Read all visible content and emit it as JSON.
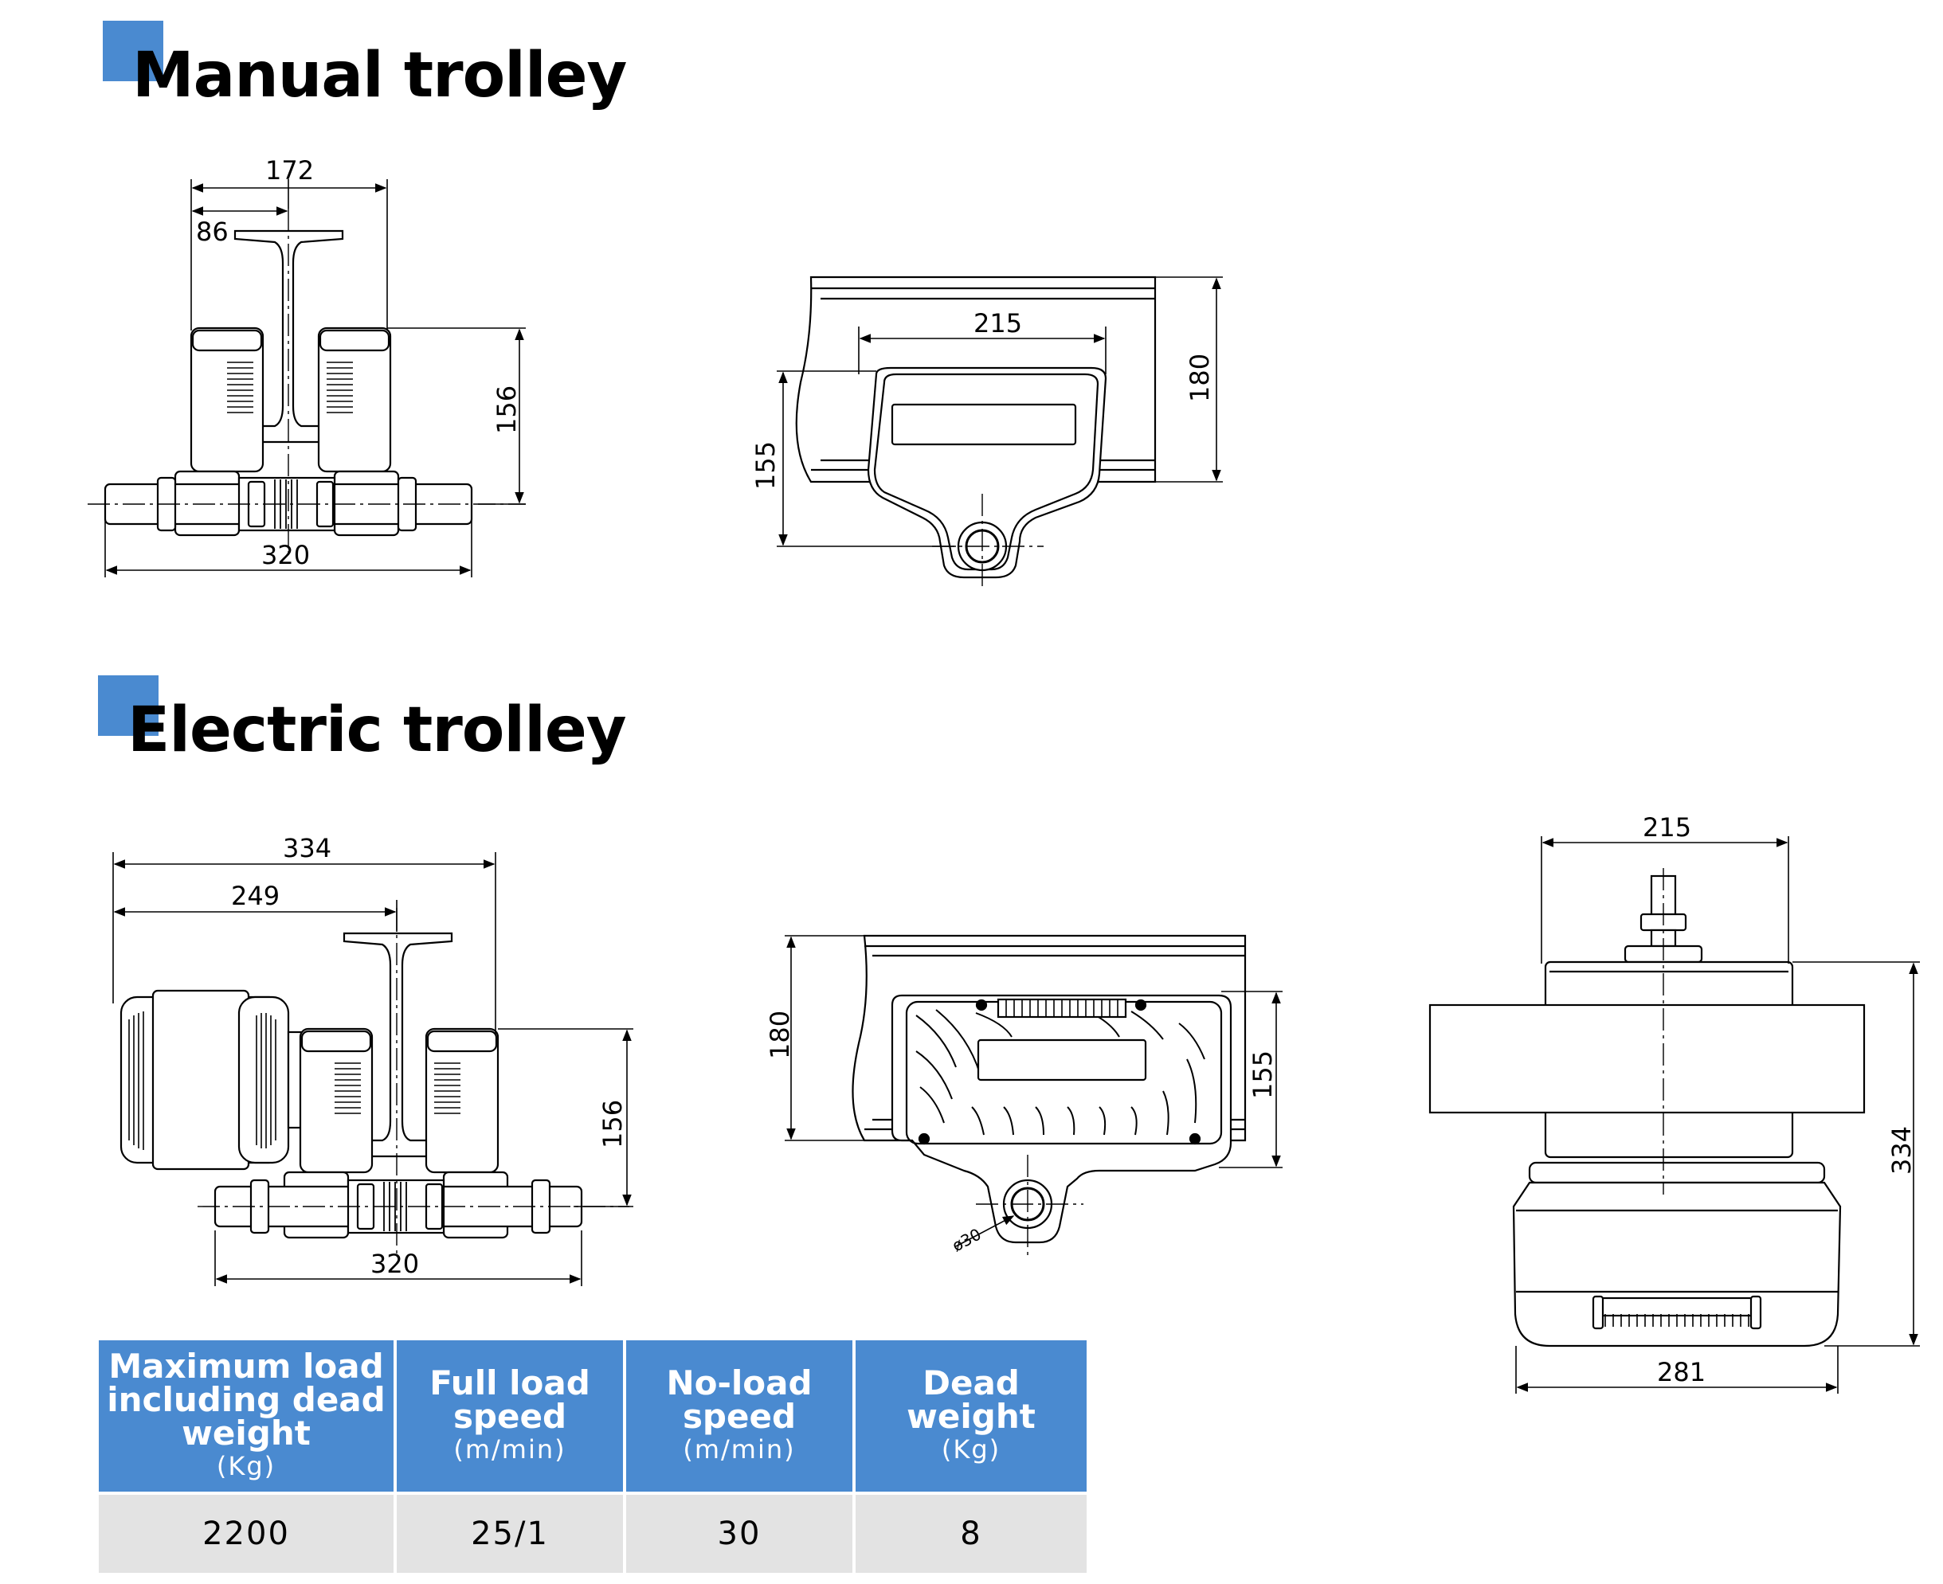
{
  "sections": {
    "manual": {
      "title": "Manual trolley"
    },
    "electric": {
      "title": "Electric trolley"
    }
  },
  "dimensions": {
    "manual_side": {
      "w172": "172",
      "w86": "86",
      "h156": "156",
      "w320": "320"
    },
    "manual_front": {
      "w215": "215",
      "h180": "180",
      "h155": "155"
    },
    "electric_side": {
      "w334": "334",
      "w249": "249",
      "h156": "156",
      "w320": "320"
    },
    "electric_front": {
      "h180": "180",
      "h155": "155",
      "dia": "ø30"
    },
    "electric_end": {
      "w215": "215",
      "h334": "334",
      "w281": "281"
    }
  },
  "colors": {
    "accent": "#4a8ad0",
    "row_bg": "#e3e3e3"
  },
  "table": {
    "headers": [
      {
        "label": "Maximum load including dead weight",
        "unit": "(Kg)"
      },
      {
        "label": "Full load speed",
        "unit": "(m/min)"
      },
      {
        "label": "No-load speed",
        "unit": "(m/min)"
      },
      {
        "label": "Dead weight",
        "unit": "(Kg)"
      }
    ],
    "rows": [
      [
        "2200",
        "25/1",
        "30",
        "8"
      ]
    ]
  }
}
